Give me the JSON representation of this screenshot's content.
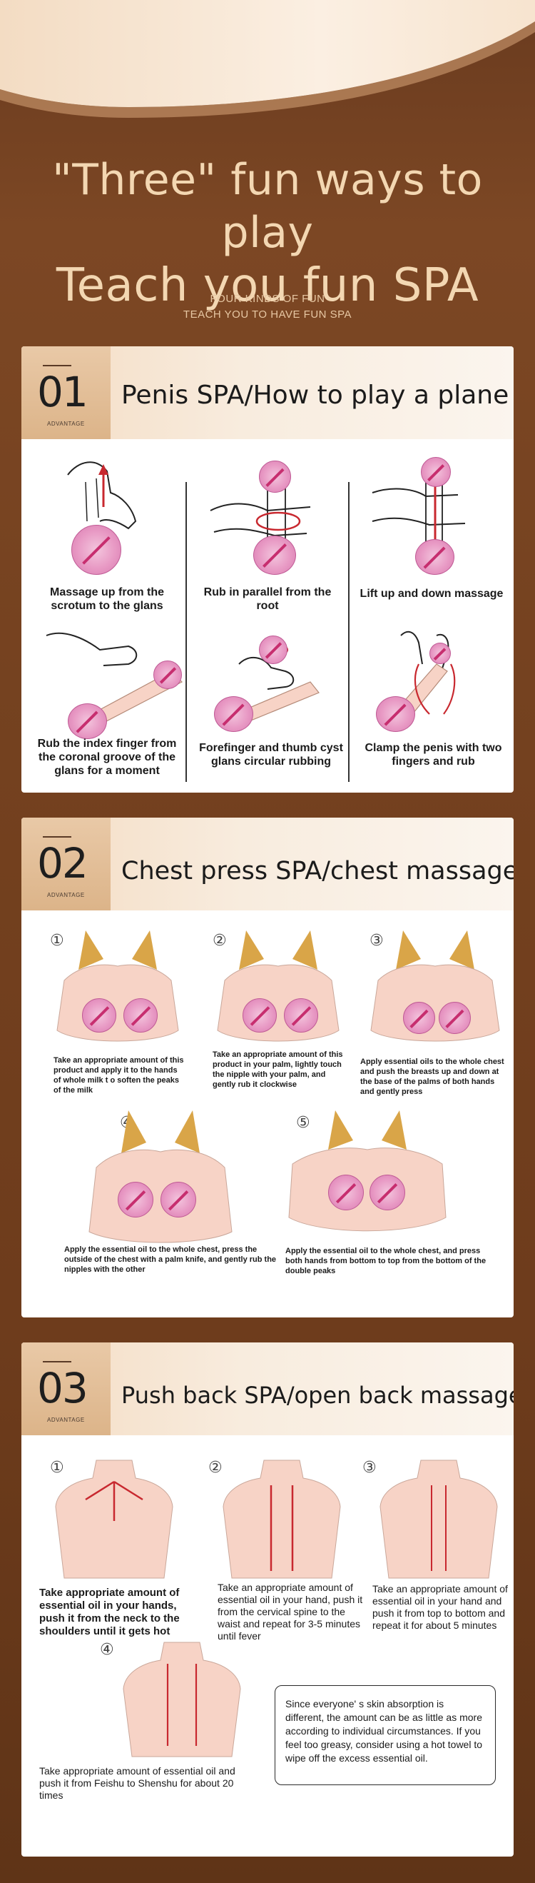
{
  "hero": {
    "title_line1": "\"Three\" fun ways to play",
    "title_line2": "Teach you fun SPA",
    "subtitle_line1": "FOUR KINDS OF FUN",
    "subtitle_line2": "TEACH YOU TO HAVE FUN SPA"
  },
  "sections": [
    {
      "number": "01",
      "tag": "ADVANTAGE",
      "title": "Penis SPA/How to play a plane",
      "steps": [
        "Massage up from the scrotum to the glans",
        "Rub in parallel from the root",
        "Lift up and down massage",
        "Rub the index finger from the coronal groove of the glans for a moment",
        "Forefinger and thumb cyst glans circular rubbing",
        "Clamp the penis with two fingers and rub"
      ]
    },
    {
      "number": "02",
      "tag": "ADVANTAGE",
      "title": "Chest press SPA/chest massage",
      "markers": [
        "①",
        "②",
        "③",
        "④",
        "⑤"
      ],
      "steps": [
        "Take an appropriate amount of this product and apply it to the hands of whole milk t o soften the peaks of the milk",
        "Take an appropriate amount of this product in your palm, lightly touch the nipple with your palm, and gently rub it clockwise",
        "Apply essential oils to the whole chest and push the breasts up and down at the base of the palms of both hands and gently press",
        "Apply the essential oil to the whole chest, press the outside of the chest with a palm knife, and gently rub the nipples with the other",
        "Apply the essential oil to the whole chest, and press both hands from bottom to top from the bottom of the double peaks"
      ]
    },
    {
      "number": "03",
      "tag": "ADVANTAGE",
      "title": "Push back SPA/open back massage",
      "markers": [
        "①",
        "②",
        "③",
        "④"
      ],
      "steps": [
        "Take appropriate amount of essential oil in your hands, push it from the neck to the shoulders until it gets hot",
        "Take an appropriate amount of essential oil in your hand, push it from the cervical spine to the waist and repeat for 3-5 minutes until fever",
        "Take an appropriate amount of essential oil in your hand and push it from top to bottom and repeat it for about 5 minutes",
        "Take appropriate amount of essential oil and push it from Feishu to Shenshu for about 20 times"
      ],
      "note": "Since everyone' s skin absorption is different, the amount can be as little as more according to individual circumstances. If you feel too greasy, consider using a hot towel to wipe off the excess essential oil."
    }
  ],
  "colors": {
    "background": "#74411f",
    "hero_text": "#f3d7b2",
    "header_gradient": "#f4dcc3",
    "skin": "#f7d3c6",
    "hair": "#d9a548",
    "censor": "#e899c4",
    "arrow": "#c8282f"
  }
}
